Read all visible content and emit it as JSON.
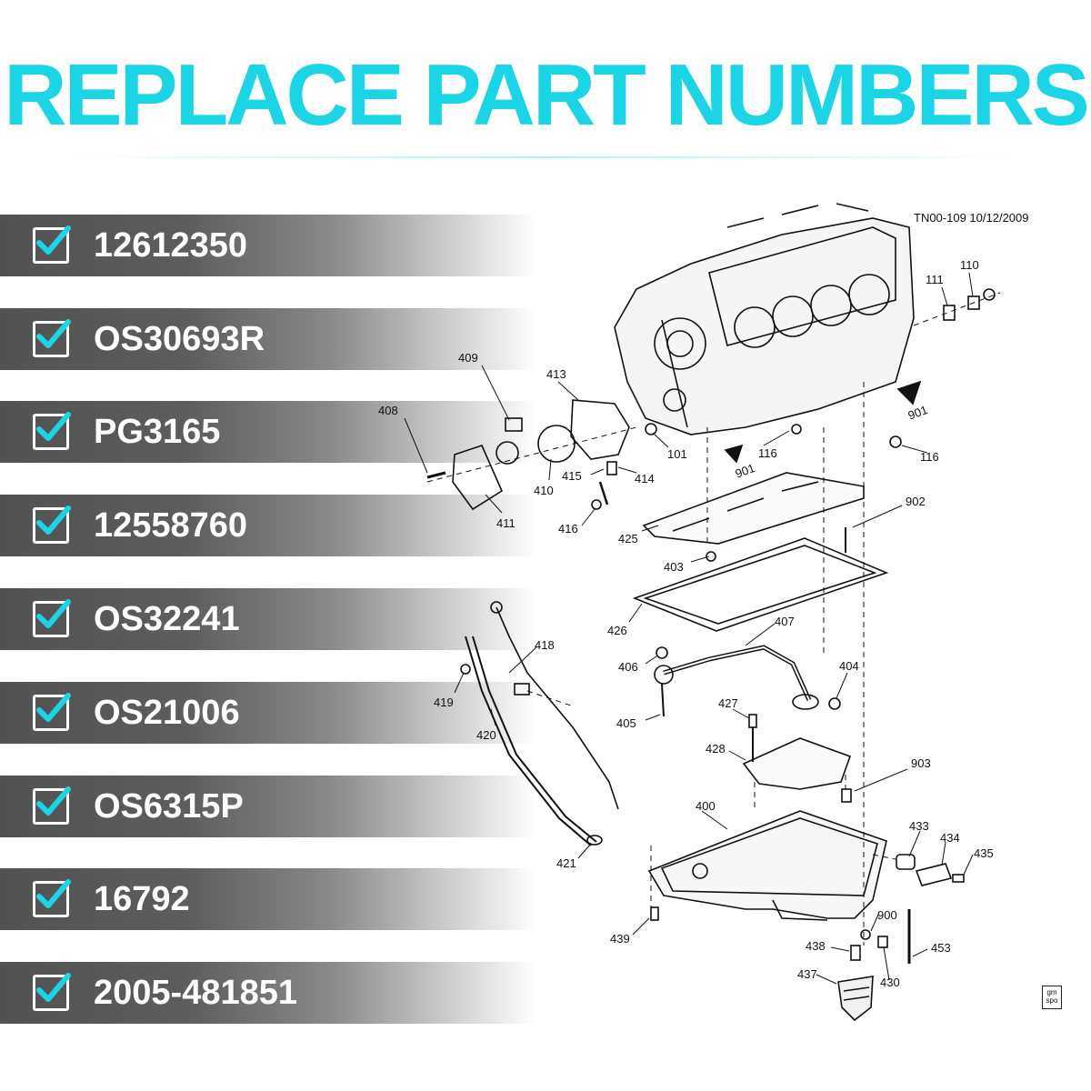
{
  "title": "REPLACE PART NUMBERS",
  "colors": {
    "title": "#19d5e6",
    "bar": "#525252",
    "text_on_bar": "#ffffff"
  },
  "part_numbers": [
    {
      "label": "12612350",
      "icon": "checkbox-checked-icon"
    },
    {
      "label": "OS30693R",
      "icon": "checkbox-checked-icon"
    },
    {
      "label": "PG3165",
      "icon": "checkbox-checked-icon"
    },
    {
      "label": "12558760",
      "icon": "checkbox-checked-icon"
    },
    {
      "label": "OS32241",
      "icon": "checkbox-checked-icon"
    },
    {
      "label": "OS21006",
      "icon": "checkbox-checked-icon"
    },
    {
      "label": "OS6315P",
      "icon": "checkbox-checked-icon"
    },
    {
      "label": "16792",
      "icon": "checkbox-checked-icon"
    },
    {
      "label": "2005-481851",
      "icon": "checkbox-checked-icon"
    }
  ],
  "diagram": {
    "doc_ref": "TN00-109  10/12/2009",
    "logo_text": [
      "gm",
      "spo"
    ],
    "callouts": [
      "110",
      "111",
      "901",
      "116",
      "409",
      "413",
      "101",
      "116",
      "901",
      "408",
      "414",
      "410",
      "415",
      "411",
      "416",
      "425",
      "902",
      "403",
      "426",
      "407",
      "418",
      "406",
      "404",
      "419",
      "427",
      "420",
      "405",
      "428",
      "903",
      "400",
      "433",
      "434",
      "435",
      "421",
      "900",
      "439",
      "438",
      "453",
      "437",
      "430"
    ]
  }
}
